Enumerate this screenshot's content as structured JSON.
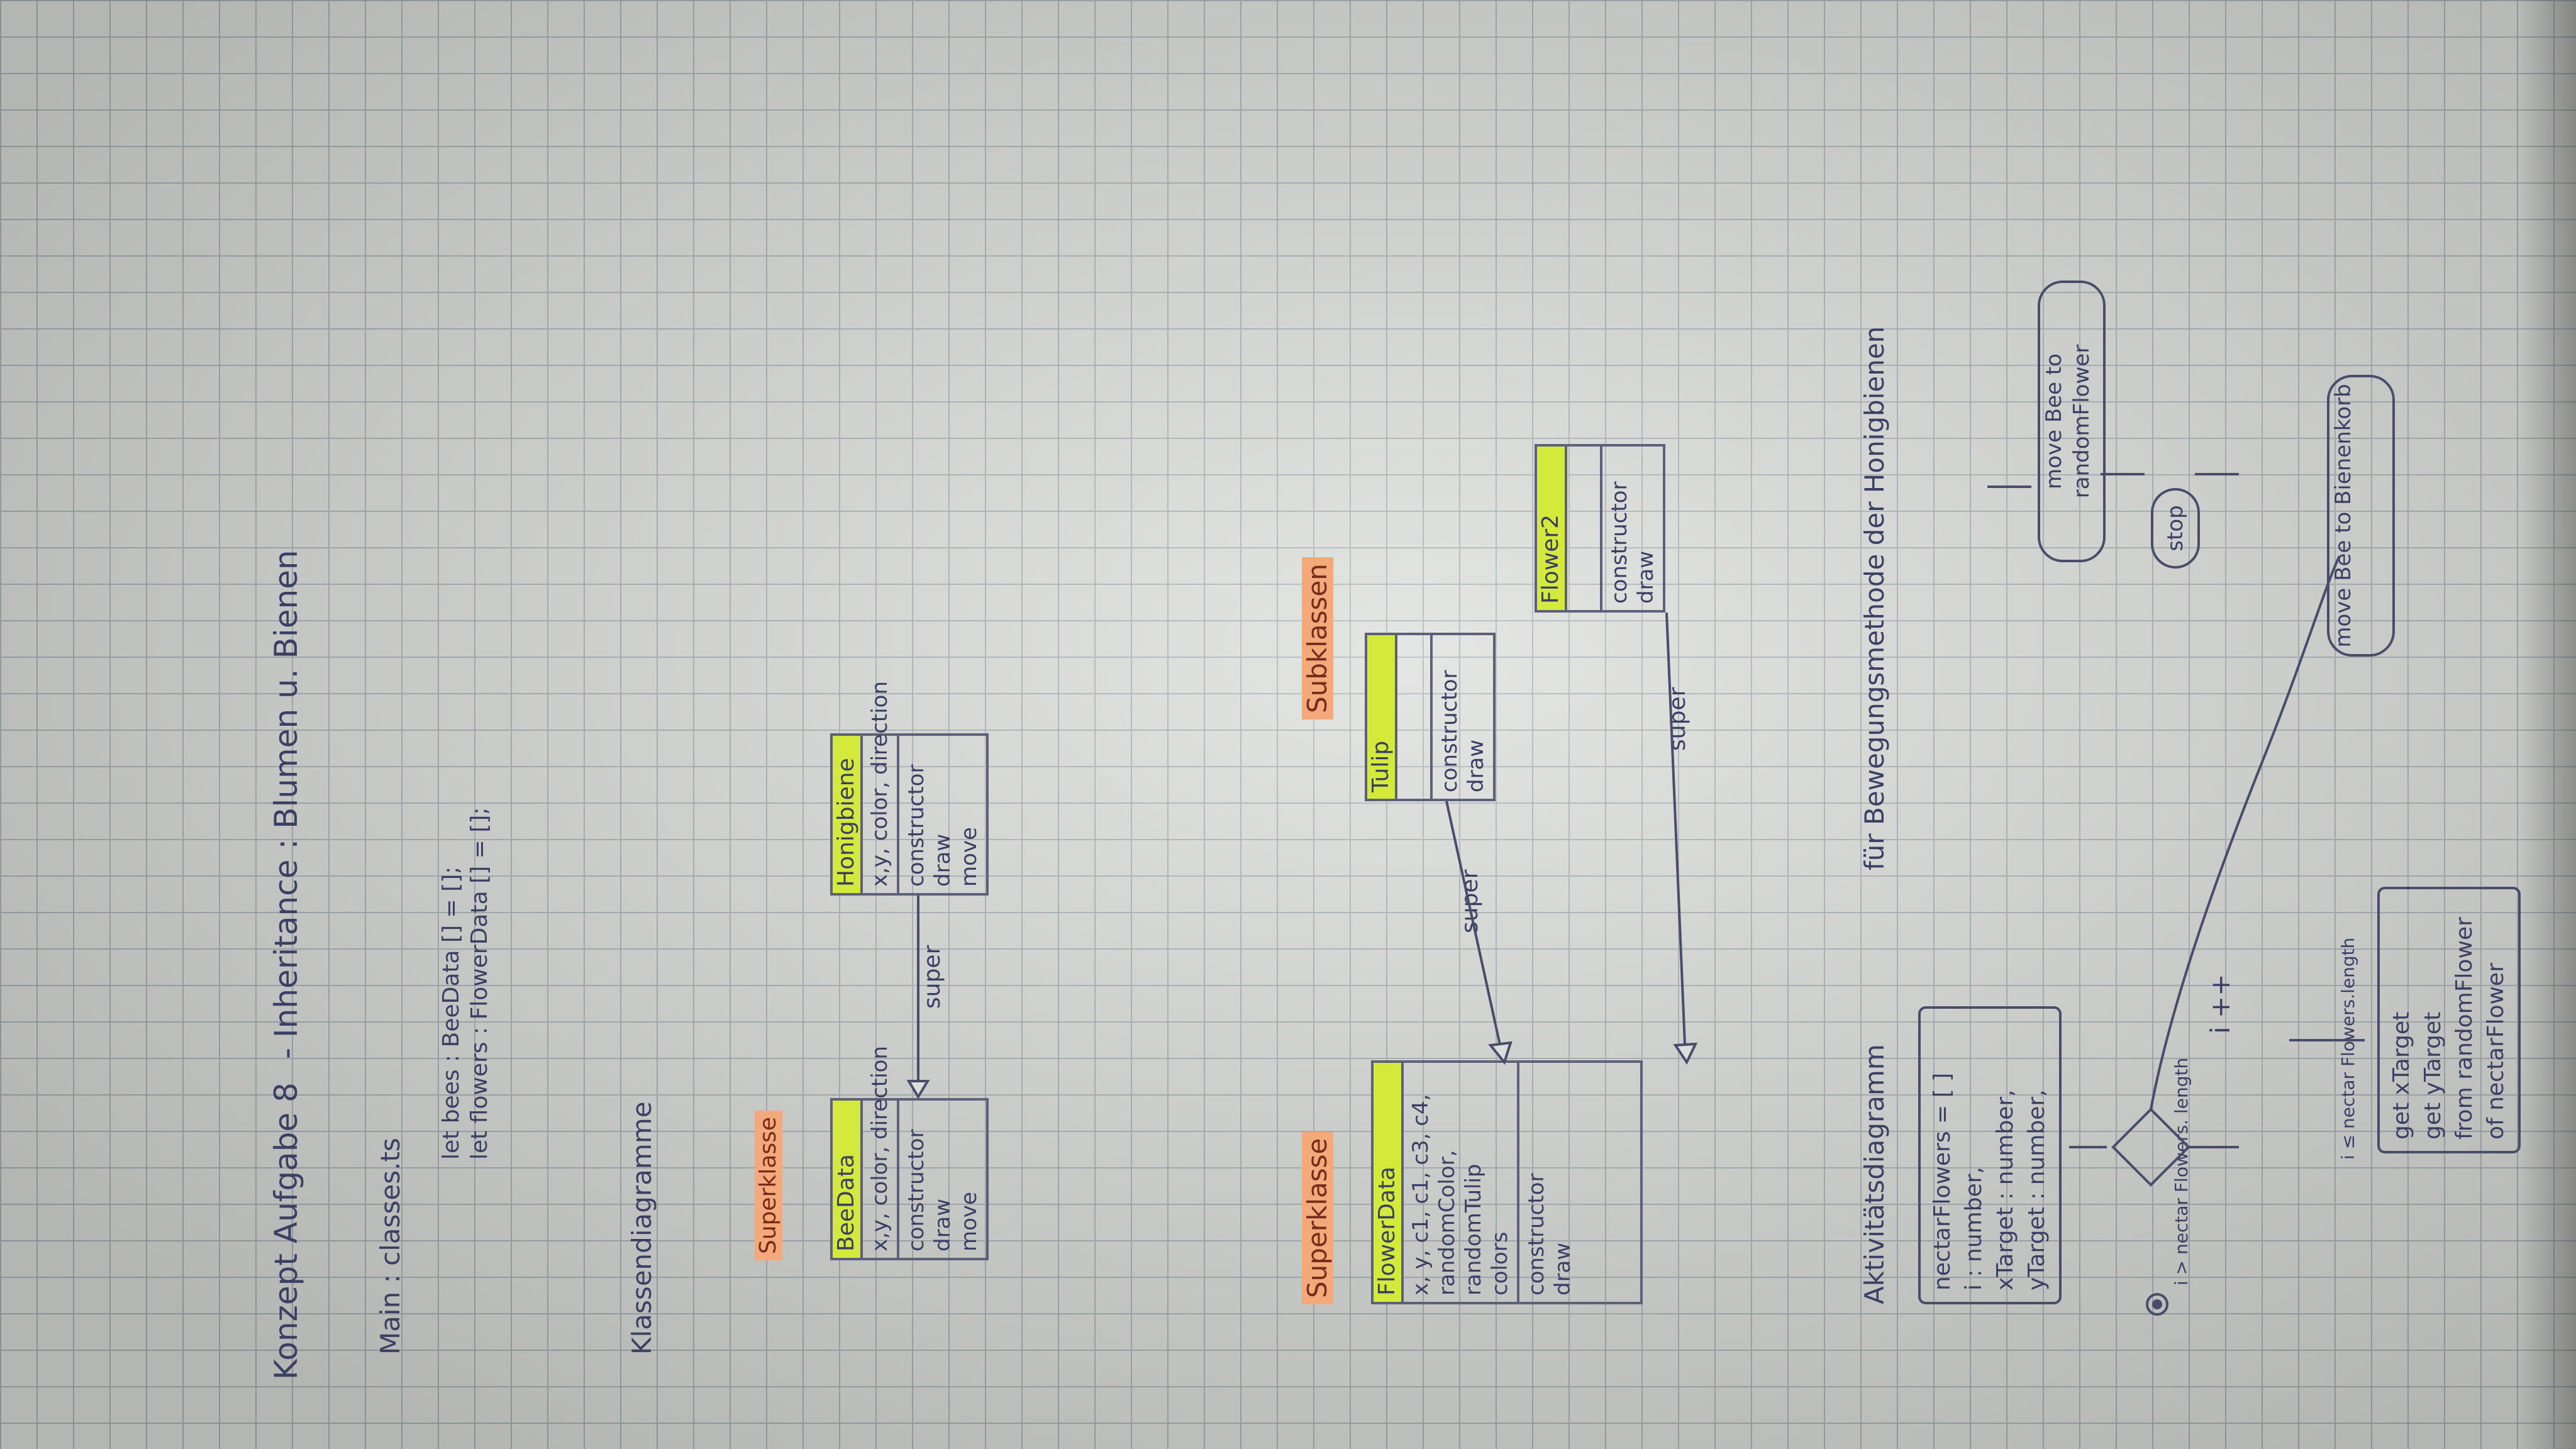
{
  "header": {
    "title": "Konzept Aufgabe 8",
    "subtitle": "- Inheritance : Blumen u. Bienen"
  },
  "main": {
    "label": "Main : classes.ts",
    "line1": "let bees : BeeData [] = [];",
    "line2": "let flowers : FlowerData [] = [];"
  },
  "class_section": {
    "title": "Klassendiagramme"
  },
  "bee_section": {
    "superclass_label": "Superklasse",
    "superclass": {
      "name": "BeeData",
      "attributes": "x,y, color, direction",
      "methods": [
        "constructor",
        "draw",
        "move"
      ]
    },
    "subclass": {
      "name": "Honigbiene",
      "attributes": "x,y, color, direction",
      "methods": [
        "constructor",
        "draw",
        "move"
      ]
    },
    "arrow_label": "super"
  },
  "flower_section": {
    "superclass_label": "Superklasse",
    "subclass_label": "Subklassen",
    "superclass": {
      "name": "FlowerData",
      "attributes": [
        "x, y, c1, c1, c3, c4,",
        "randomColor,",
        "randomTulip",
        "colors"
      ],
      "methods": [
        "constructor",
        "draw"
      ]
    },
    "sub1": {
      "name": "Tulip",
      "methods": [
        "constructor",
        "draw"
      ]
    },
    "sub2": {
      "name": "Flower2",
      "methods": [
        "constructor",
        "draw"
      ]
    },
    "arrow1_label": "super",
    "arrow2_label": "super"
  },
  "activity": {
    "title": "Aktivitätsdiagramm",
    "subtitle": "für Bewegungsmethode der Honigbienen",
    "init_box": [
      "nectarFlowers = [ ]",
      "i : number,",
      "xTarget : number,",
      "yTarget : number,"
    ],
    "condition": "i > nectar Flowers. length",
    "loop_condition": "i ≤ nectar Flowers.length",
    "increment": "i ++",
    "body_box": [
      "get xTarget",
      "get yTarget",
      "from randomFlower",
      "of nectarFlower"
    ],
    "action1": "move Bee to randomFlower",
    "action2": "move Bee to Bienenkorb",
    "stop": "stop"
  }
}
